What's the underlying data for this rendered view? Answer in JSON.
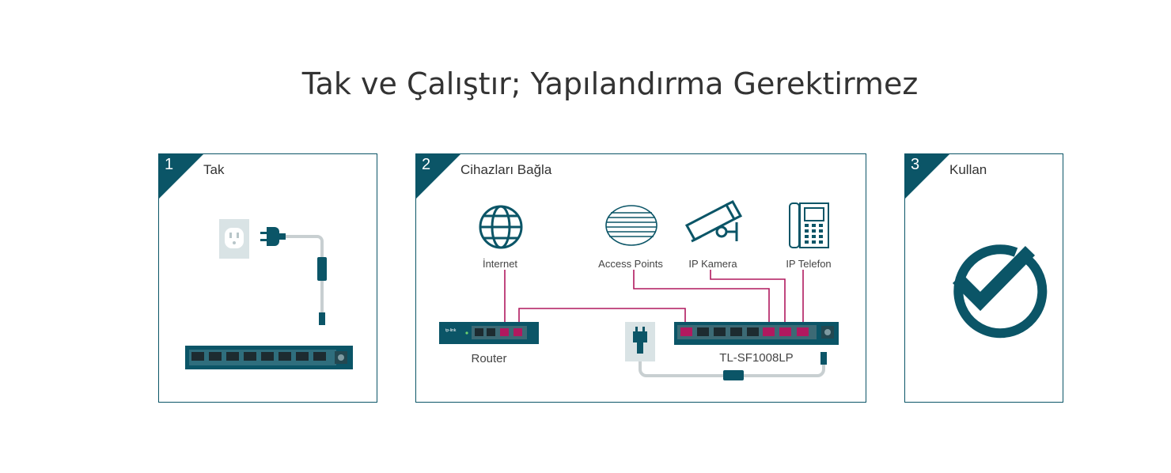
{
  "title": "Tak ve Çalıştır; Yapılandırma Gerektirmez",
  "steps": [
    {
      "number": "1",
      "label": "Tak"
    },
    {
      "number": "2",
      "label": "Cihazları Bağla"
    },
    {
      "number": "3",
      "label": "Kullan"
    }
  ],
  "devices": {
    "internet": "İnternet",
    "access_points": "Access Points",
    "ip_camera": "IP Kamera",
    "ip_phone": "IP Telefon"
  },
  "router_label": "Router",
  "switch_label": "TL-SF1008LP",
  "router_brand": "tp-link",
  "colors": {
    "teal": "#0b5567",
    "magenta": "#b1195f",
    "cable": "#c8cfd1",
    "outlet": "#d9e3e5"
  }
}
